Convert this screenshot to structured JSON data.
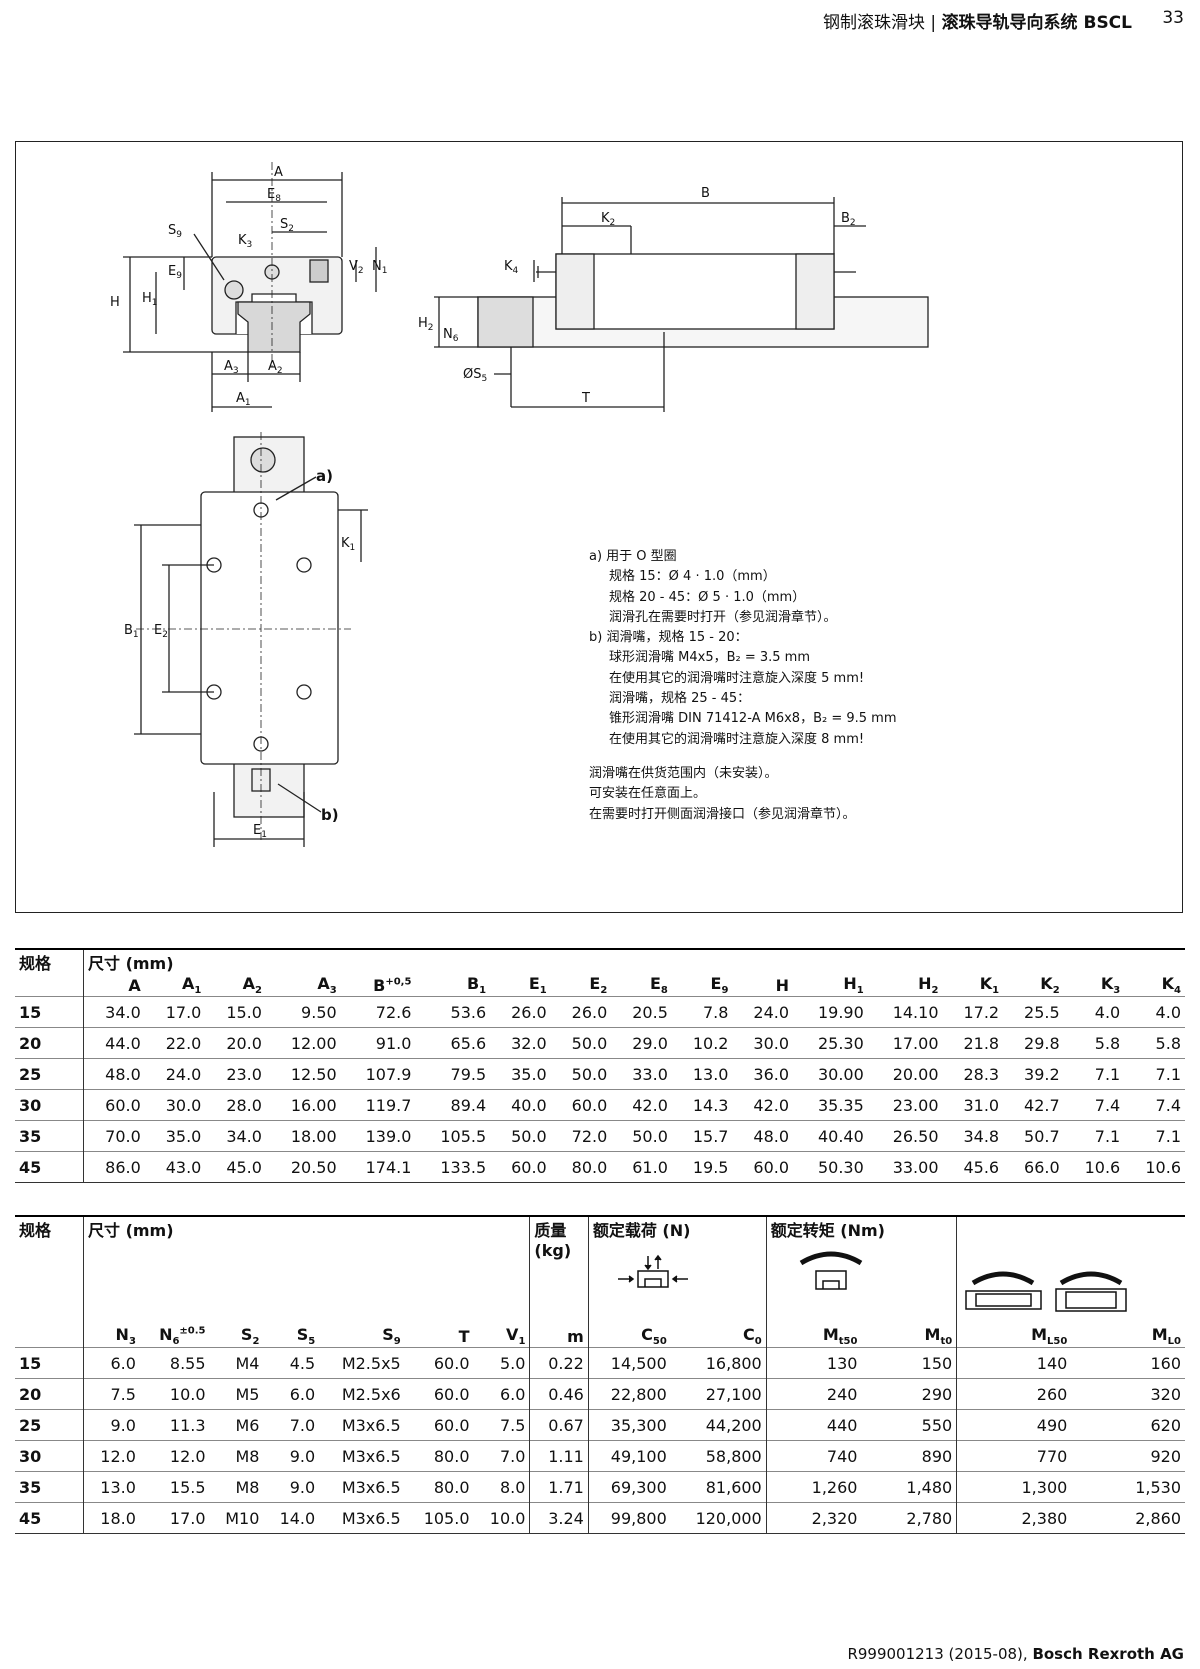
{
  "header": {
    "title_prefix": "钢制滚珠滑块 | ",
    "title_bold": "滚珠导轨导向系统 BSCL",
    "page": "33"
  },
  "figure": {
    "labels": {
      "A": "A",
      "E8": "E",
      "S9": "S",
      "S2": "S",
      "K3": "K",
      "V2": "V",
      "N1": "N",
      "E9": "E",
      "H": "H",
      "H1": "H",
      "A3": "A",
      "A2": "A",
      "A1": "A",
      "B": "B",
      "K2": "K",
      "B2": "B",
      "K4": "K",
      "H2": "H",
      "N6": "N",
      "S5": "ØS",
      "T": "T",
      "a": "a)",
      "b": "b)",
      "K1": "K",
      "B1": "B",
      "E2": "E",
      "E1": "E"
    },
    "notes": [
      "a) 用于 O 型圈",
      "规格 15：Ø 4 · 1.0（mm）",
      "规格 20 - 45：Ø 5 · 1.0（mm）",
      "润滑孔在需要时打开（参见润滑章节）。",
      "b) 润滑嘴，规格 15 - 20：",
      "球形润滑嘴 M4x5，B₂ = 3.5 mm",
      "在使用其它的润滑嘴时注意旋入深度 5 mm!",
      "润滑嘴，规格 25 - 45：",
      "锥形润滑嘴 DIN 71412-A M6x8，B₂ = 9.5 mm",
      "在使用其它的润滑嘴时注意旋入深度 8 mm!",
      "润滑嘴在供货范围内（未安装）。",
      "可安装在任意面上。",
      "在需要时打开侧面润滑接口（参见润滑章节）。"
    ]
  },
  "table1": {
    "size_label": "规格",
    "dim_label": "尺寸 (mm)",
    "cols": [
      "A",
      "A1",
      "A2",
      "A3",
      "B+0,5",
      "B1",
      "E1",
      "E2",
      "E8",
      "E9",
      "H",
      "H1",
      "H2",
      "K1",
      "K2",
      "K3",
      "K4"
    ],
    "rows": [
      [
        "15",
        "34.0",
        "17.0",
        "15.0",
        "9.50",
        "72.6",
        "53.6",
        "26.0",
        "26.0",
        "20.5",
        "7.8",
        "24.0",
        "19.90",
        "14.10",
        "17.2",
        "25.5",
        "4.0",
        "4.0"
      ],
      [
        "20",
        "44.0",
        "22.0",
        "20.0",
        "12.00",
        "91.0",
        "65.6",
        "32.0",
        "50.0",
        "29.0",
        "10.2",
        "30.0",
        "25.30",
        "17.00",
        "21.8",
        "29.8",
        "5.8",
        "5.8"
      ],
      [
        "25",
        "48.0",
        "24.0",
        "23.0",
        "12.50",
        "107.9",
        "79.5",
        "35.0",
        "50.0",
        "33.0",
        "13.0",
        "36.0",
        "30.00",
        "20.00",
        "28.3",
        "39.2",
        "7.1",
        "7.1"
      ],
      [
        "30",
        "60.0",
        "30.0",
        "28.0",
        "16.00",
        "119.7",
        "89.4",
        "40.0",
        "60.0",
        "42.0",
        "14.3",
        "42.0",
        "35.35",
        "23.00",
        "31.0",
        "42.7",
        "7.4",
        "7.4"
      ],
      [
        "35",
        "70.0",
        "35.0",
        "34.0",
        "18.00",
        "139.0",
        "105.5",
        "50.0",
        "72.0",
        "50.0",
        "15.7",
        "48.0",
        "40.40",
        "26.50",
        "34.8",
        "50.7",
        "7.1",
        "7.1"
      ],
      [
        "45",
        "86.0",
        "43.0",
        "45.0",
        "20.50",
        "174.1",
        "133.5",
        "60.0",
        "80.0",
        "61.0",
        "19.5",
        "60.0",
        "50.30",
        "33.00",
        "45.6",
        "66.0",
        "10.6",
        "10.6"
      ]
    ]
  },
  "table2": {
    "size_label": "规格",
    "dim_label": "尺寸 (mm)",
    "mass_label": "质量",
    "mass_unit": "(kg)",
    "load_label": "额定载荷 (N)",
    "torque_label": "额定转矩 (Nm)",
    "cols": [
      "N3",
      "N6±0.5",
      "S2",
      "S5",
      "S9",
      "T",
      "V1",
      "m",
      "C50",
      "C0",
      "Mt50",
      "Mt0",
      "ML50",
      "ML0"
    ],
    "rows": [
      [
        "15",
        "6.0",
        "8.55",
        "M4",
        "4.5",
        "M2.5x5",
        "60.0",
        "5.0",
        "0.22",
        "14,500",
        "16,800",
        "130",
        "150",
        "140",
        "160"
      ],
      [
        "20",
        "7.5",
        "10.0",
        "M5",
        "6.0",
        "M2.5x6",
        "60.0",
        "6.0",
        "0.46",
        "22,800",
        "27,100",
        "240",
        "290",
        "260",
        "320"
      ],
      [
        "25",
        "9.0",
        "11.3",
        "M6",
        "7.0",
        "M3x6.5",
        "60.0",
        "7.5",
        "0.67",
        "35,300",
        "44,200",
        "440",
        "550",
        "490",
        "620"
      ],
      [
        "30",
        "12.0",
        "12.0",
        "M8",
        "9.0",
        "M3x6.5",
        "80.0",
        "7.0",
        "1.11",
        "49,100",
        "58,800",
        "740",
        "890",
        "770",
        "920"
      ],
      [
        "35",
        "13.0",
        "15.5",
        "M8",
        "9.0",
        "M3x6.5",
        "80.0",
        "8.0",
        "1.71",
        "69,300",
        "81,600",
        "1,260",
        "1,480",
        "1,300",
        "1,530"
      ],
      [
        "45",
        "18.0",
        "17.0",
        "M10",
        "14.0",
        "M3x6.5",
        "105.0",
        "10.0",
        "3.24",
        "99,800",
        "120,000",
        "2,320",
        "2,780",
        "2,380",
        "2,860"
      ]
    ]
  },
  "footer": {
    "doc": "R999001213 (2015-08), ",
    "company": "Bosch Rexroth AG"
  }
}
